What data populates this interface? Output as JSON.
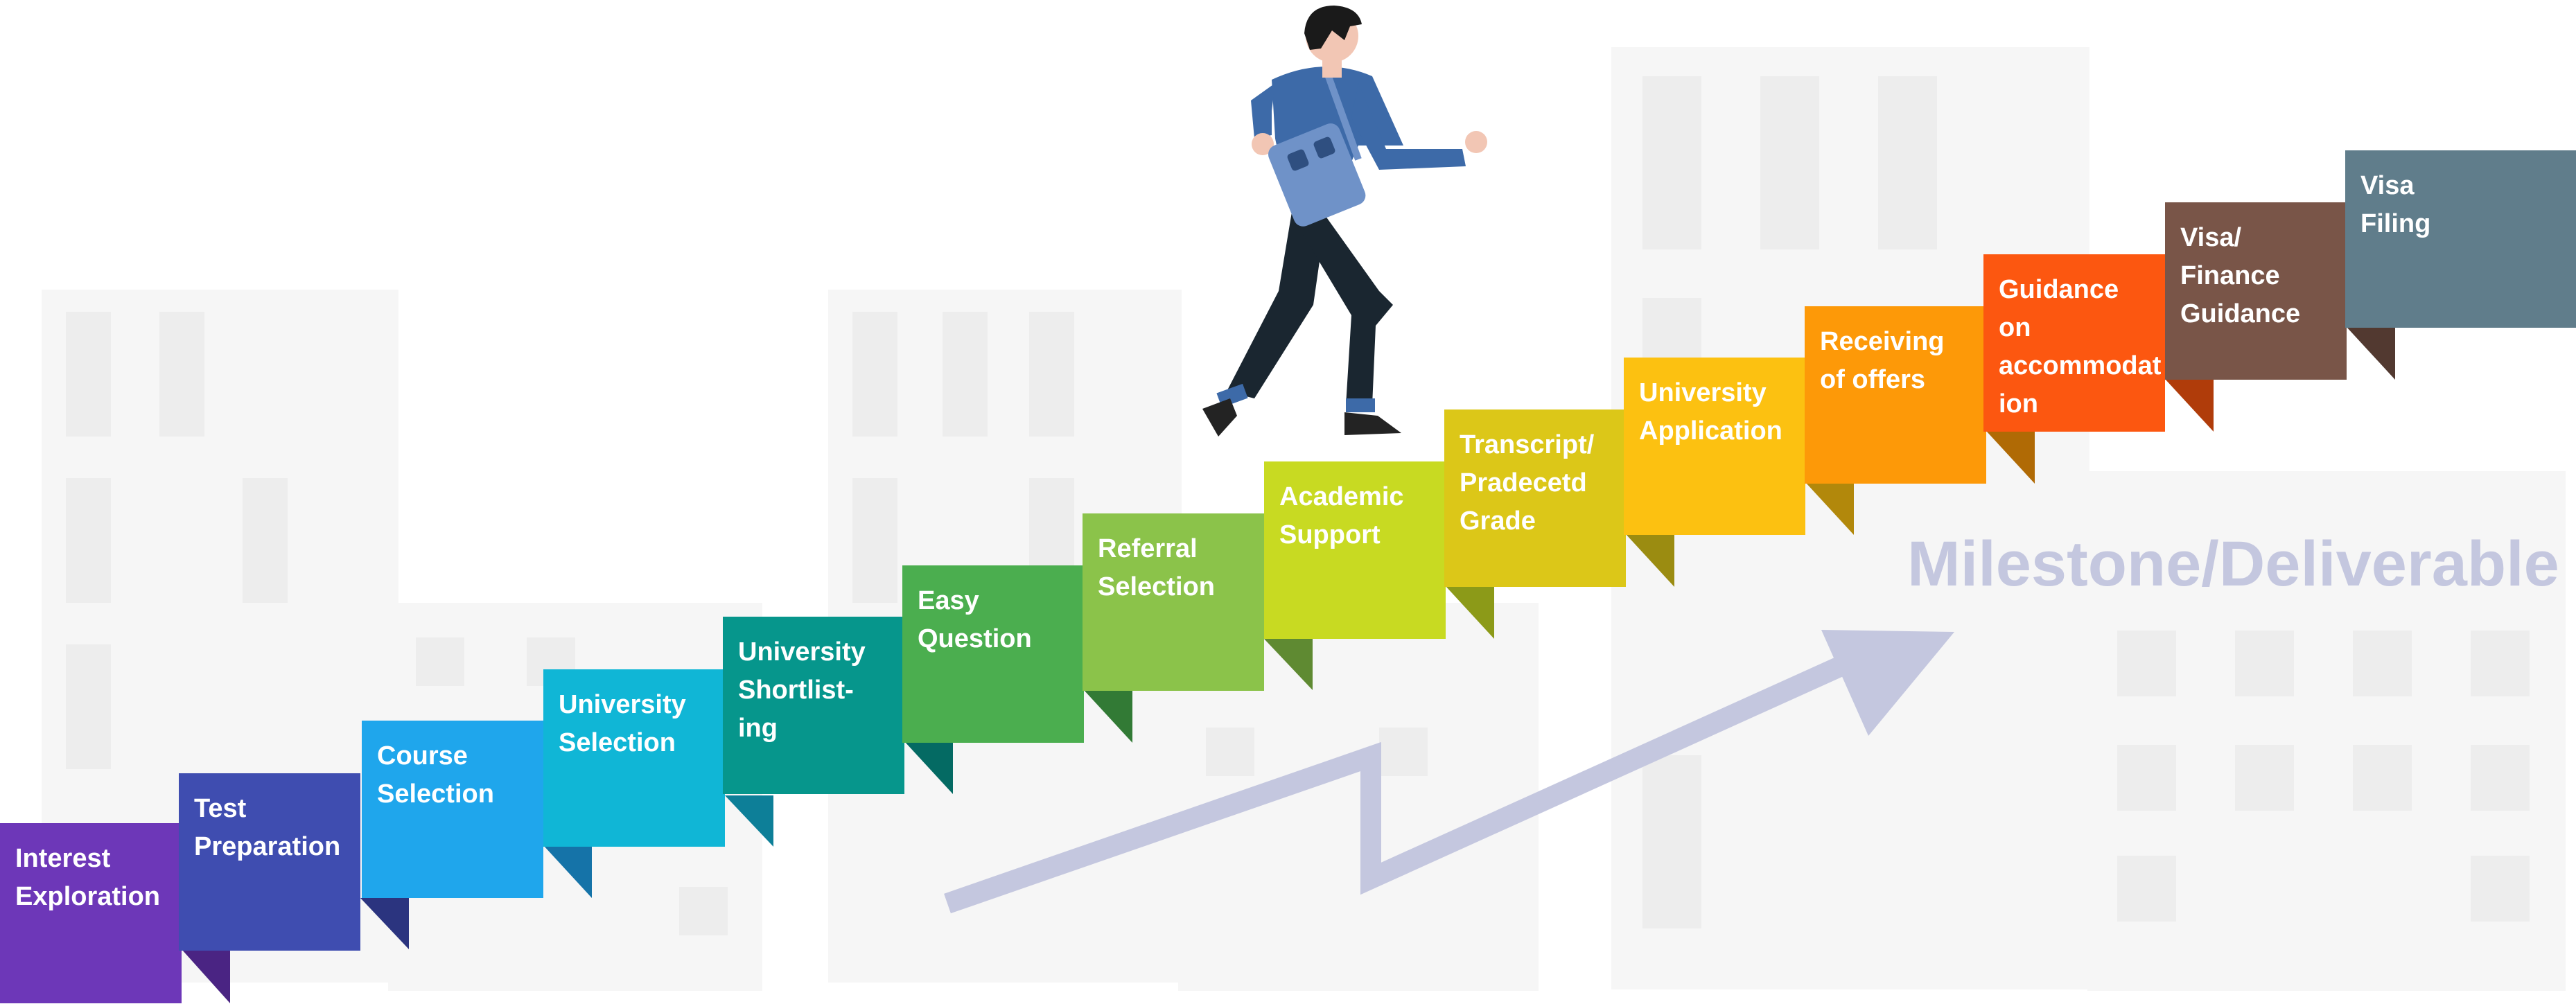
{
  "steps": [
    {
      "label": "Interest\nExploration",
      "color": "#6d37b8",
      "fold": "#4a2483"
    },
    {
      "label": "Test\nPreparation",
      "color": "#3f4db0",
      "fold": "#2b347f"
    },
    {
      "label": "Course\nSelection",
      "color": "#1fa6ec",
      "fold": "#1573a8"
    },
    {
      "label": "University\nSelection",
      "color": "#10b6d6",
      "fold": "#0d7f98"
    },
    {
      "label": "University\nShortlist-\ning",
      "color": "#06968c",
      "fold": "#046a63"
    },
    {
      "label": "Easy\nQuestion",
      "color": "#4bae4f",
      "fold": "#327a35"
    },
    {
      "label": "Referral\nSelection",
      "color": "#8bc34a",
      "fold": "#5f8a32"
    },
    {
      "label": "Academic\nSupport",
      "color": "#c8da22",
      "fold": "#8c9a18"
    },
    {
      "label": "Transcript/\nPradecetd\nGrade",
      "color": "#dcc718",
      "fold": "#9b8c11"
    },
    {
      "label": "University\nApplication",
      "color": "#fcc111",
      "fold": "#b2880b"
    },
    {
      "label": "Receiving\nof offers",
      "color": "#fd9908",
      "fold": "#b06a05"
    },
    {
      "label": "Guidance on\naccommodat\nion",
      "color": "#fc5710",
      "fold": "#b03c0a"
    },
    {
      "label": "Visa/\nFinance\nGuidance",
      "color": "#795548",
      "fold": "#523930"
    },
    {
      "label": "Visa\nFiling",
      "color": "#607d8b",
      "fold": "#43575f"
    }
  ],
  "milestone_title": "Milestone/Deliverable",
  "colors": {
    "arrow": "#c4c7df",
    "building": "#f6f6f6",
    "person_shirt": "#3d6aa8",
    "person_pants": "#1a2630",
    "bag": "#6f92c8"
  }
}
